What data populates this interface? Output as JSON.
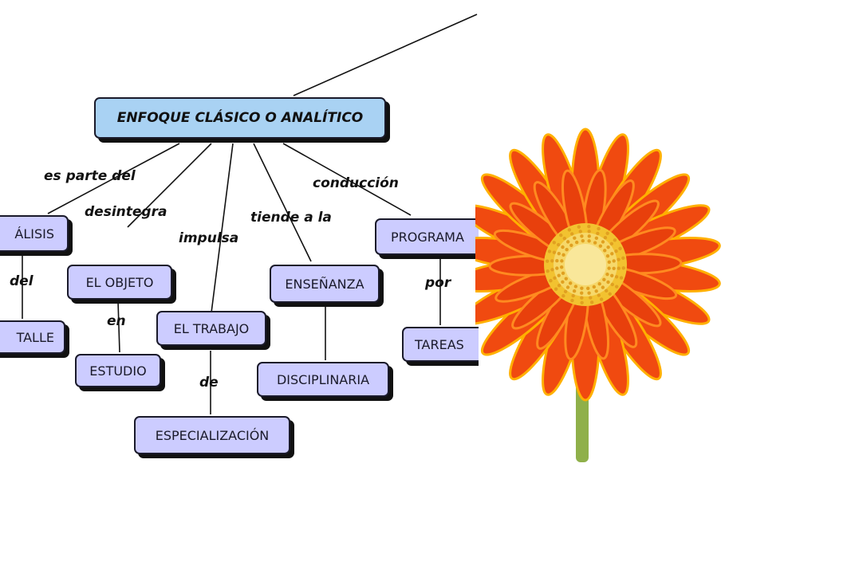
{
  "concept_map": {
    "main": "ENFOQUE CLÁSICO O ANALÍTICO",
    "nodes": {
      "analisis": "ÁLISIS",
      "detalle": "TALLE",
      "el_objeto": "EL OBJETO",
      "estudio": "ESTUDIO",
      "el_trabajo": "EL TRABAJO",
      "especializacion": "ESPECIALIZACIÓN",
      "ensenanza": "ENSEÑANZA",
      "disciplinaria": "DISCIPLINARIA",
      "programa": "PROGRAMA",
      "tareas": "TAREAS"
    },
    "links": {
      "es_parte_del": "es parte del",
      "desintegra": "desintegra",
      "impulsa": "impulsa",
      "tiende_a_la": "tiende a la",
      "conduccion": "conducción",
      "del": "del",
      "en": "en",
      "de": "de",
      "por": "por"
    }
  },
  "photo": {
    "subject": "orange-gerbera-daisy",
    "colors": {
      "petals": "#f04a10",
      "petal_tips": "#ffb000",
      "center": "#f2c230",
      "stem": "#8fb04a"
    }
  }
}
